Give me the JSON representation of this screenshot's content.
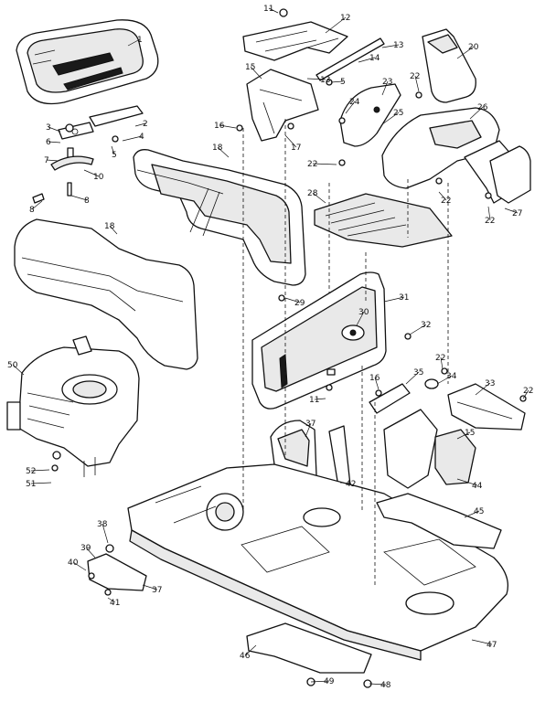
{
  "callouts": [
    {
      "n": "1"
    },
    {
      "n": "2"
    },
    {
      "n": "3"
    },
    {
      "n": "4"
    },
    {
      "n": "5"
    },
    {
      "n": "6"
    },
    {
      "n": "7"
    },
    {
      "n": "8"
    },
    {
      "n": "8"
    },
    {
      "n": "10"
    },
    {
      "n": "11"
    },
    {
      "n": "12"
    },
    {
      "n": "13"
    },
    {
      "n": "13"
    },
    {
      "n": "14"
    },
    {
      "n": "15"
    },
    {
      "n": "5"
    },
    {
      "n": "16"
    },
    {
      "n": "17"
    },
    {
      "n": "18"
    },
    {
      "n": "18"
    },
    {
      "n": "20"
    },
    {
      "n": "22"
    },
    {
      "n": "23"
    },
    {
      "n": "24"
    },
    {
      "n": "25"
    },
    {
      "n": "26"
    },
    {
      "n": "22"
    },
    {
      "n": "22"
    },
    {
      "n": "22"
    },
    {
      "n": "27"
    },
    {
      "n": "28"
    },
    {
      "n": "29"
    },
    {
      "n": "31"
    },
    {
      "n": "30"
    },
    {
      "n": "32"
    },
    {
      "n": "50"
    },
    {
      "n": "22"
    },
    {
      "n": "16"
    },
    {
      "n": "35"
    },
    {
      "n": "34"
    },
    {
      "n": "33"
    },
    {
      "n": "22"
    },
    {
      "n": "11"
    },
    {
      "n": "37"
    },
    {
      "n": "15"
    },
    {
      "n": "44"
    },
    {
      "n": "42"
    },
    {
      "n": "52"
    },
    {
      "n": "51"
    },
    {
      "n": "45"
    },
    {
      "n": "38"
    },
    {
      "n": "39"
    },
    {
      "n": "40"
    },
    {
      "n": "37"
    },
    {
      "n": "41"
    },
    {
      "n": "47"
    },
    {
      "n": "46"
    },
    {
      "n": "49"
    },
    {
      "n": "48"
    }
  ]
}
